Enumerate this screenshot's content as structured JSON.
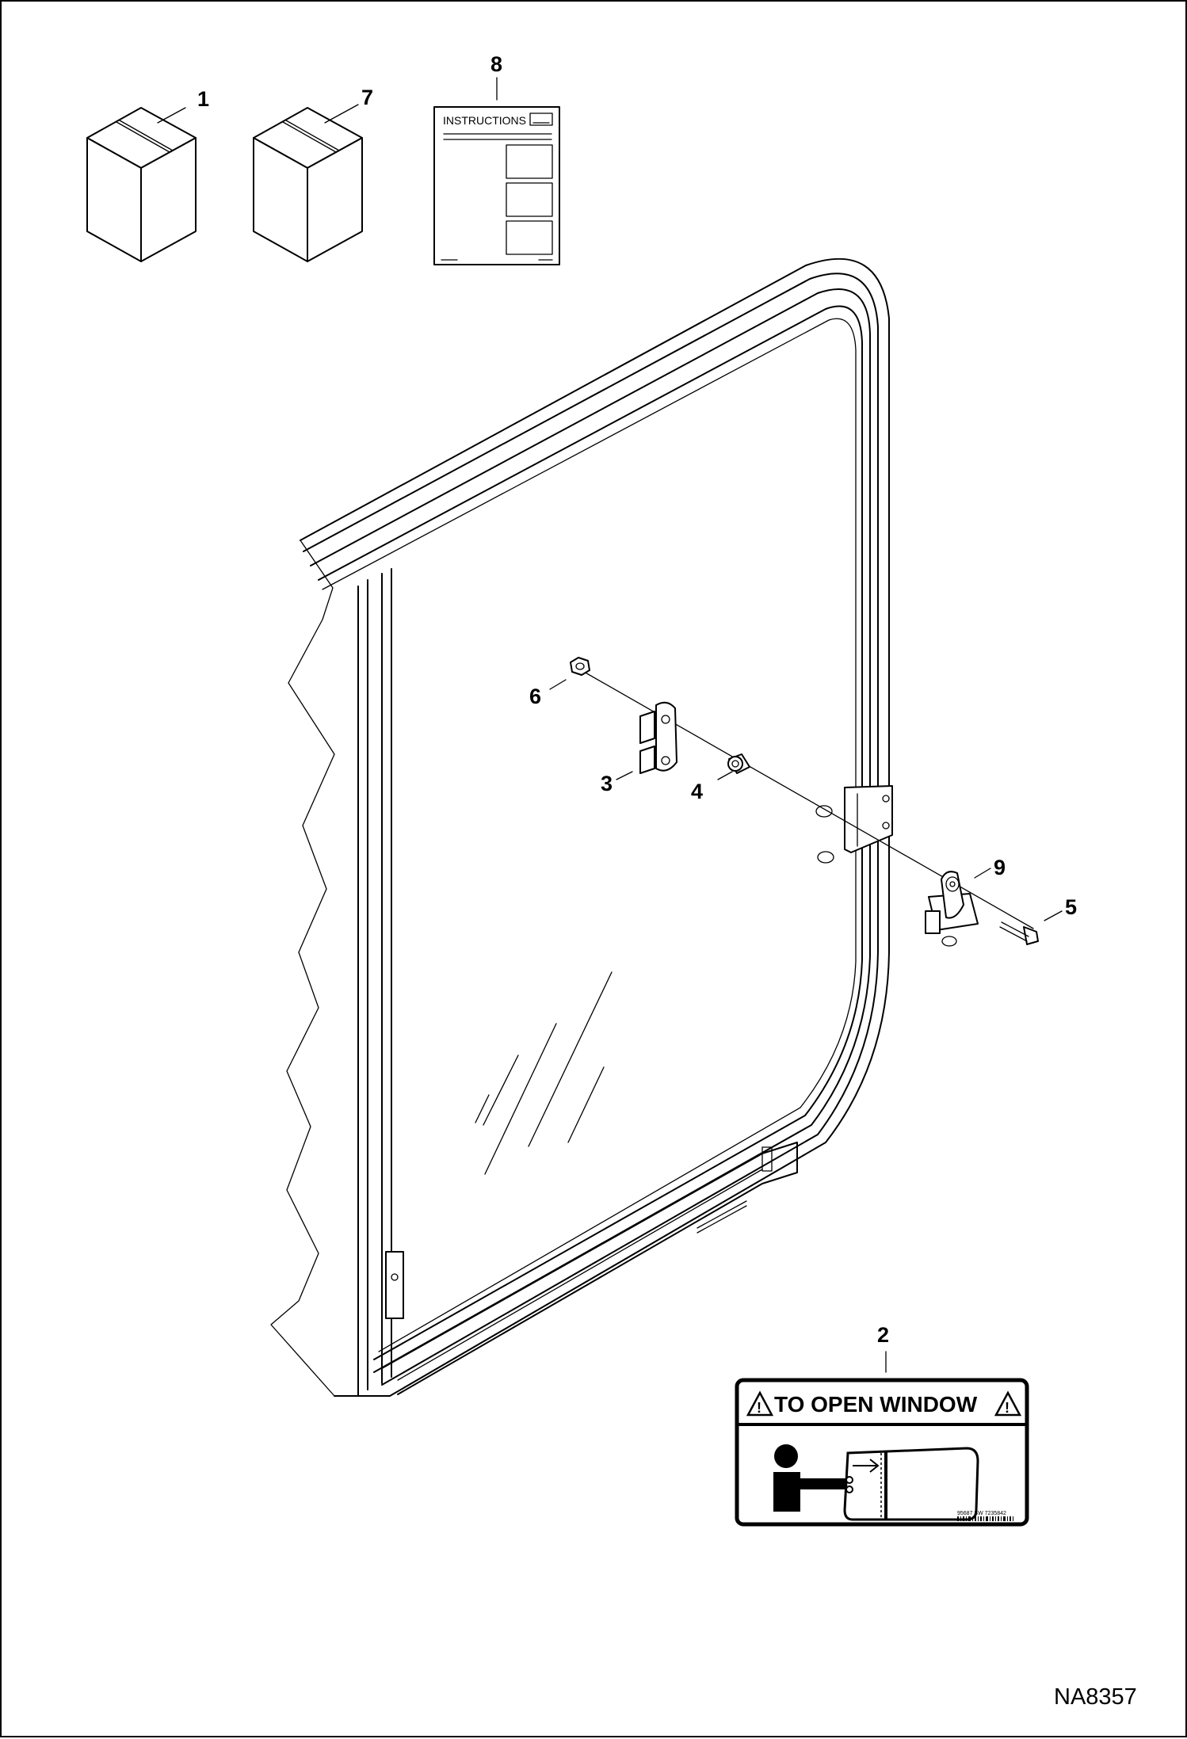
{
  "callouts": {
    "c1": "1",
    "c2": "2",
    "c3": "3",
    "c4": "4",
    "c5": "5",
    "c6": "6",
    "c7": "7",
    "c8": "8",
    "c9": "9"
  },
  "instructions_sheet": {
    "title": "INSTRUCTIONS"
  },
  "decal": {
    "title": "TO OPEN WINDOW",
    "part_codes": "95687 SW     7235842"
  },
  "drawing_ref": "NA8357",
  "colors": {
    "line": "#000000",
    "background": "#ffffff"
  }
}
